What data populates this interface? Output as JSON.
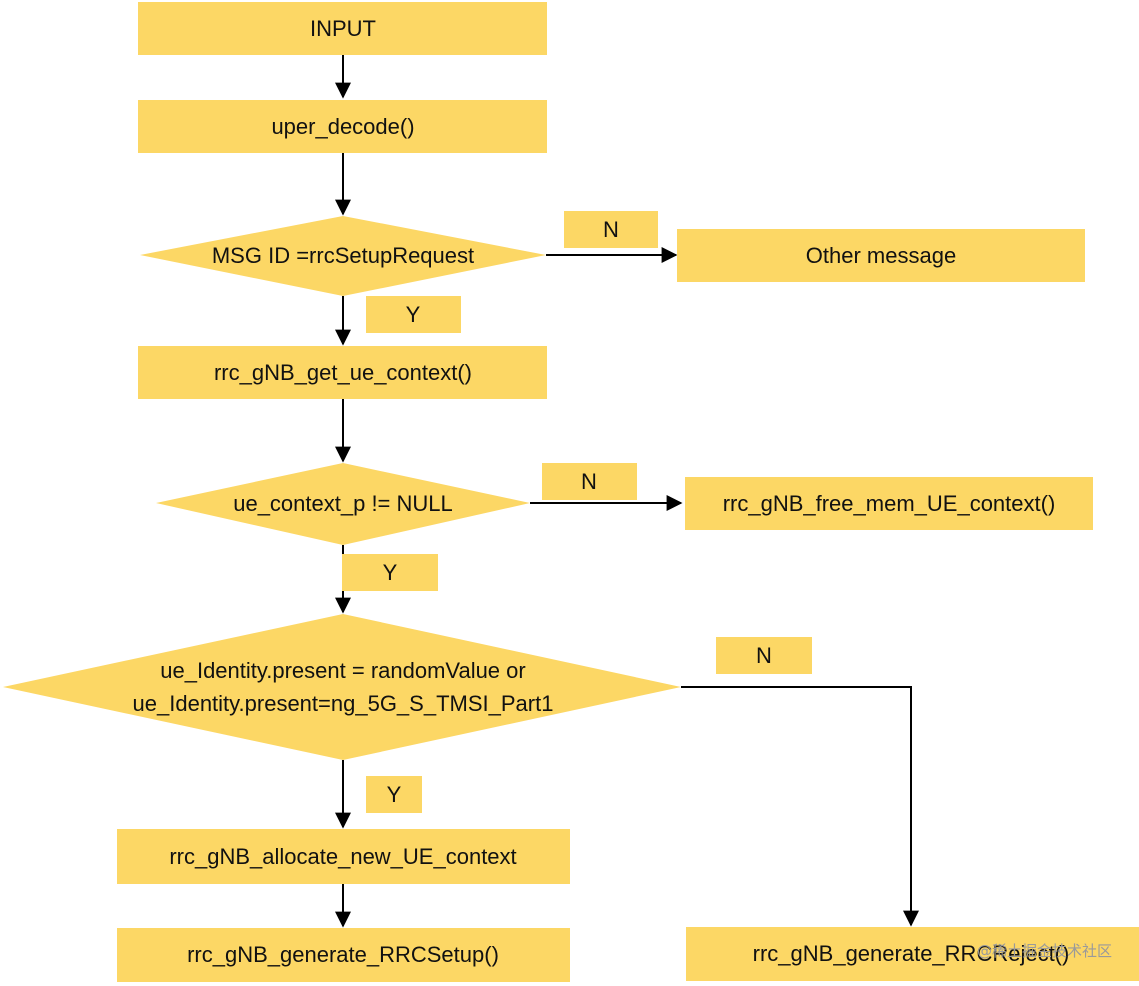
{
  "diagram": {
    "nodes": {
      "input": "INPUT",
      "decode": "uper_decode()",
      "msg_id_check": "MSG ID =rrcSetupRequest",
      "other_message": "Other message",
      "get_ue_context": "rrc_gNB_get_ue_context()",
      "context_null_check": "ue_context_p != NULL",
      "free_mem": "rrc_gNB_free_mem_UE_context()",
      "identity_check_line1": "ue_Identity.present = randomValue or",
      "identity_check_line2": "ue_Identity.present=ng_5G_S_TMSI_Part1",
      "allocate": "rrc_gNB_allocate_new_UE_context",
      "generate_setup": "rrc_gNB_generate_RRCSetup()",
      "generate_reject": "rrc_gNB_generate_RRCReject()"
    },
    "labels": {
      "msg_no": "N",
      "msg_yes": "Y",
      "ctx_no": "N",
      "ctx_yes": "Y",
      "id_no": "N",
      "id_yes": "Y"
    },
    "watermark": "@稀土掘金技术社区"
  }
}
